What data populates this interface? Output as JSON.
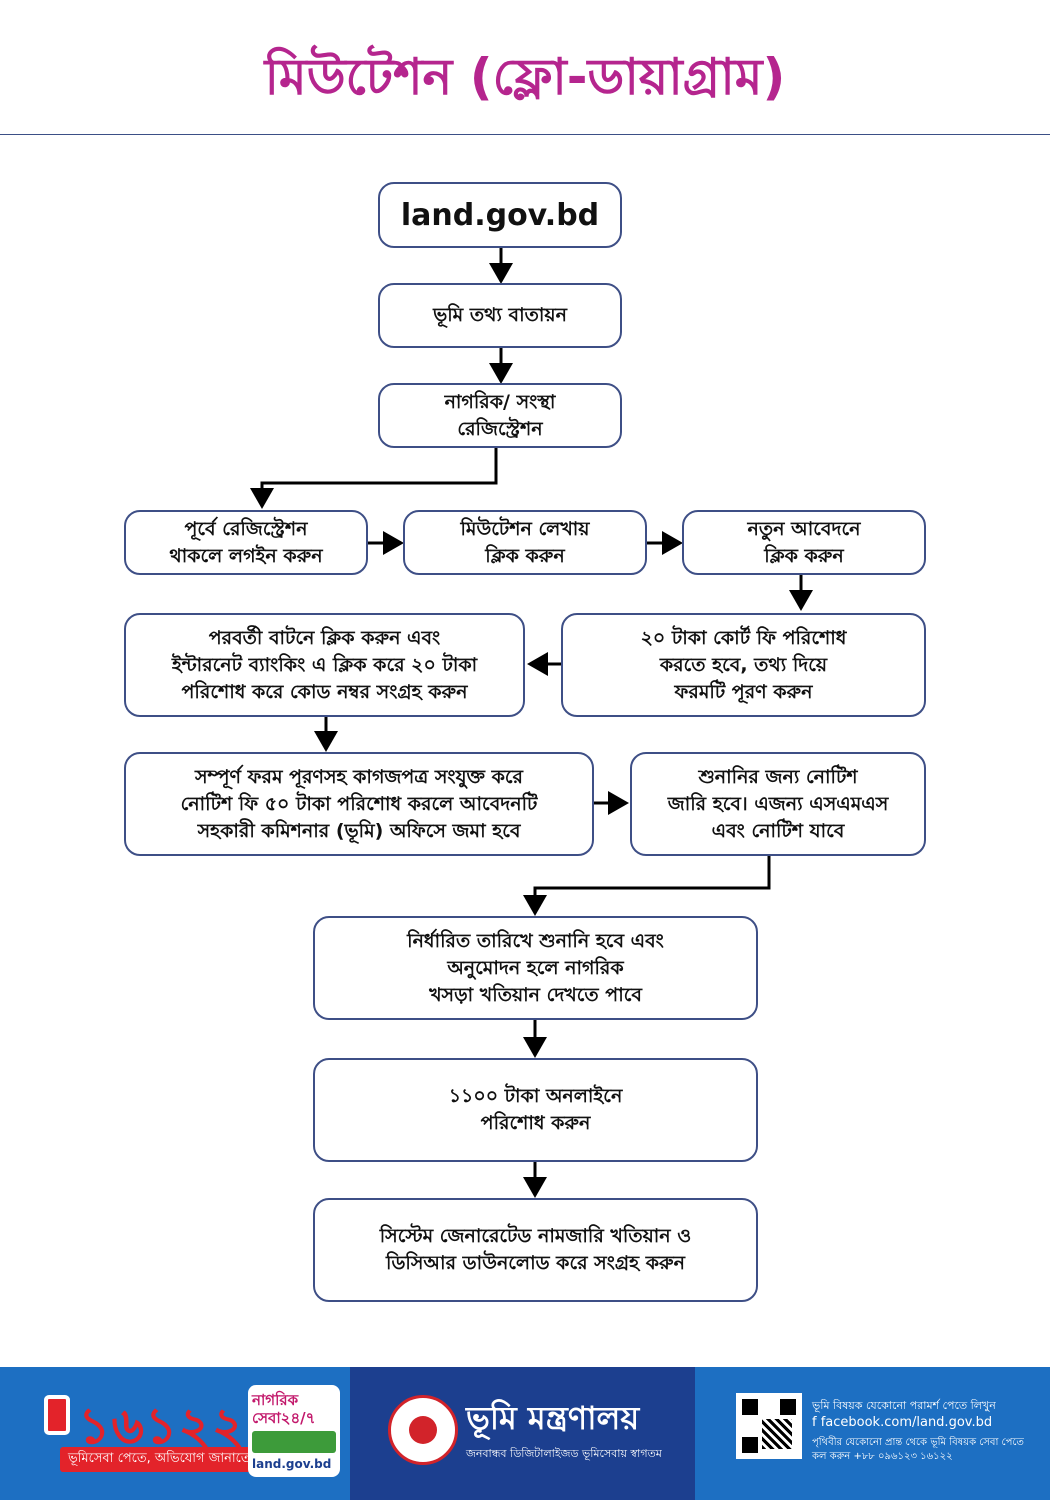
{
  "title": "মিউটেশন (ফ্লো-ডায়াগ্রাম)",
  "steps": {
    "s1": "land.gov.bd",
    "s2": "ভূমি তথ্য বাতায়ন",
    "s3": "নাগরিক/ সংস্থা\nরেজিস্ট্রেশন",
    "s4": "পূর্বে রেজিস্ট্রেশন\nথাকলে লগইন করুন",
    "s5": "মিউটেশন লেখায়\nক্লিক করুন",
    "s6": "নতুন আবেদনে\nক্লিক করুন",
    "s7": "২০ টাকা কোর্ট ফি পরিশোধ\nকরতে হবে, তথ্য দিয়ে\nফরমটি পূরণ করুন",
    "s8": "পরবর্তী বাটনে ক্লিক করুন এবং\nইন্টারনেট ব্যাংকিং এ ক্লিক করে ২০ টাকা\nপরিশোধ করে কোড নম্বর সংগ্রহ করুন",
    "s9": "সম্পূর্ণ ফরম পূরণসহ কাগজপত্র সংযুক্ত করে\nনোটিশ ফি ৫০ টাকা পরিশোধ করলে আবেদনটি\nসহকারী কমিশনার (ভূমি) অফিসে জমা হবে",
    "s10": "শুনানির জন্য নোটিশ\nজারি হবে। এজন্য এসএমএস\nএবং নোটিশ যাবে",
    "s11": "নির্ধারিত তারিখে শুনানি হবে এবং\nঅনুমোদন হলে নাগরিক\nখসড়া খতিয়ান দেখতে পাবে",
    "s12": "১১০০ টাকা অনলাইনে\nপরিশোধ করুন",
    "s13": "সিস্টেম জেনারেটেড নামজারি খতিয়ান ও\nডিসিআর ডাউনলোড করে সংগ্রহ করুন"
  },
  "footer": {
    "hotline": "১৬১২২",
    "hotline_sub": "ভূমিসেবা পেতে, অভিযোগ জানাতে",
    "seba_title": "নাগরিক\nসেবা২৪/৭",
    "seba_url": "land.gov.bd",
    "ministry": "ভূমি মন্ত্রণালয়",
    "ministry_sub": "জনবান্ধব ডিজিটালাইজড ভূমিসেবায় স্বাগতম",
    "info_line1": "ভূমি বিষয়ক যেকোনো পরামর্শ পেতে লিখুন",
    "info_line2": "f  facebook.com/land.gov.bd",
    "info_line3": "পৃথিবীর যেকোনো প্রান্ত থেকে ভূমি বিষয়ক সেবা পেতে",
    "info_line4": "কল করুন +৮৮ ০৯৬১২৩ ১৬১২২"
  },
  "colors": {
    "title": "#b5258e",
    "box_border": "#3e4f86",
    "footer_blue": "#1d6fc2",
    "footer_dark": "#1c3f8f",
    "hotline_red": "#e3232a"
  }
}
